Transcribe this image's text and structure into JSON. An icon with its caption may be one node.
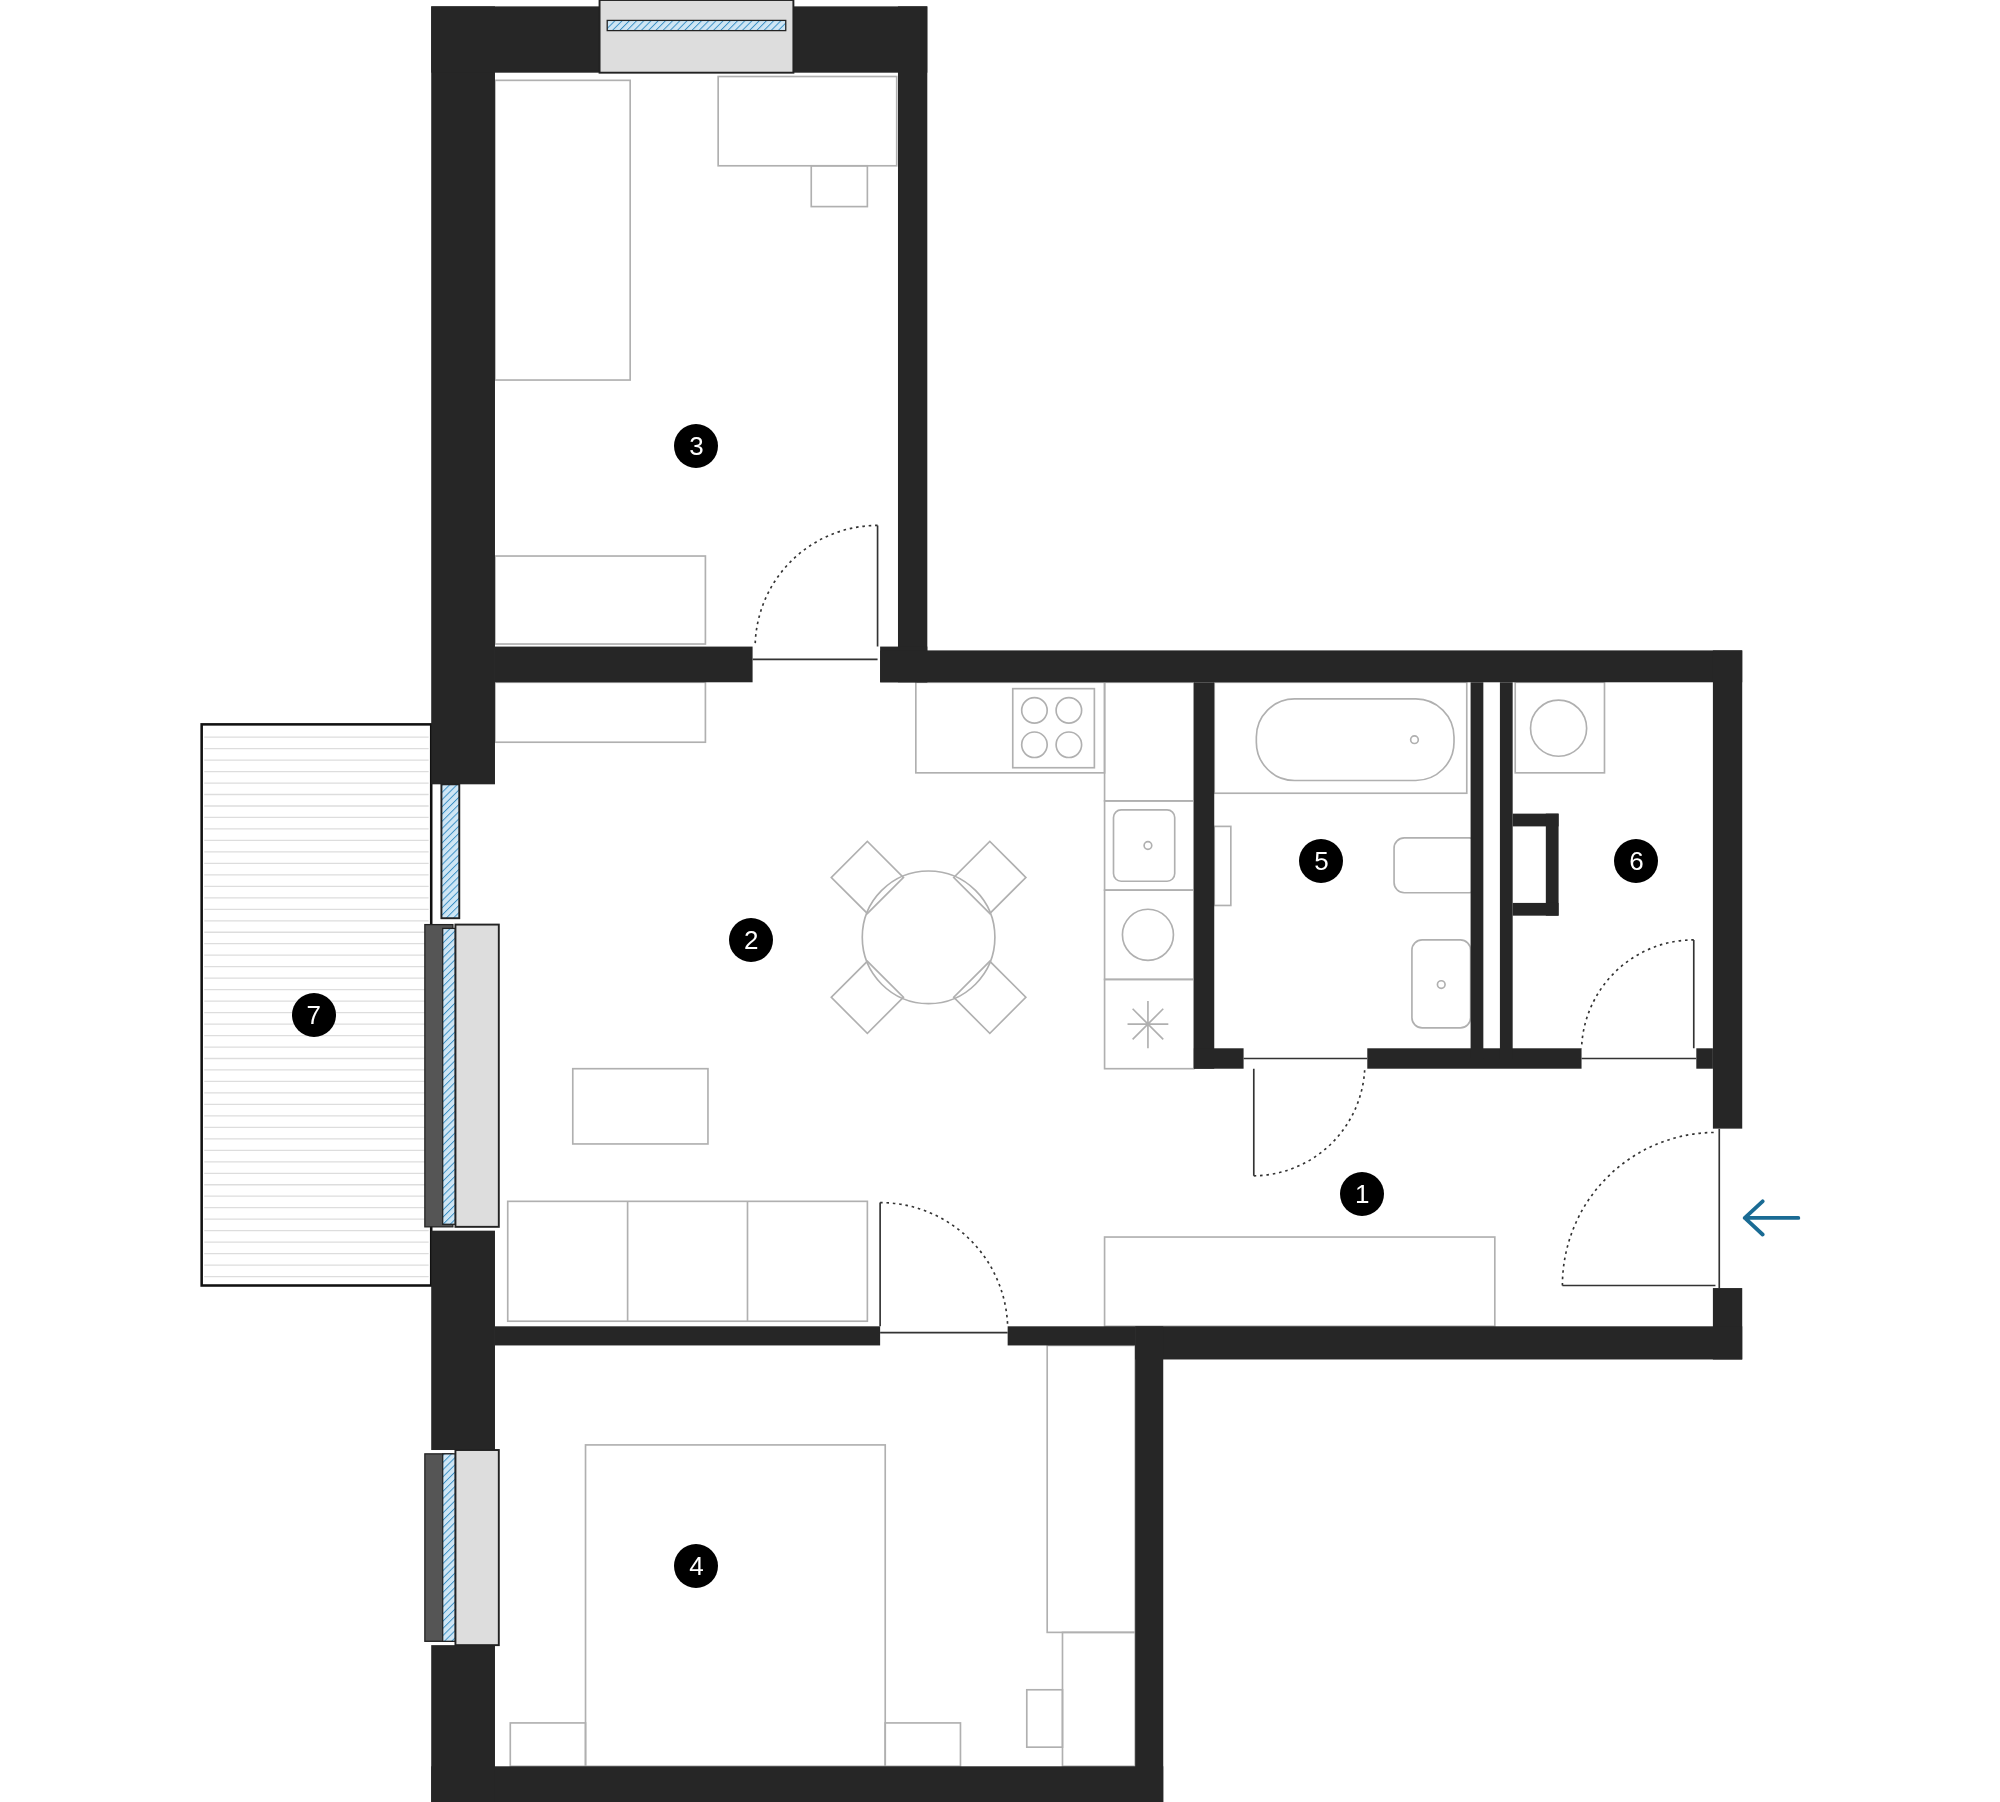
{
  "diagram": {
    "labels": [
      "3",
      "5",
      "6",
      "2",
      "7",
      "1",
      "4"
    ]
  }
}
